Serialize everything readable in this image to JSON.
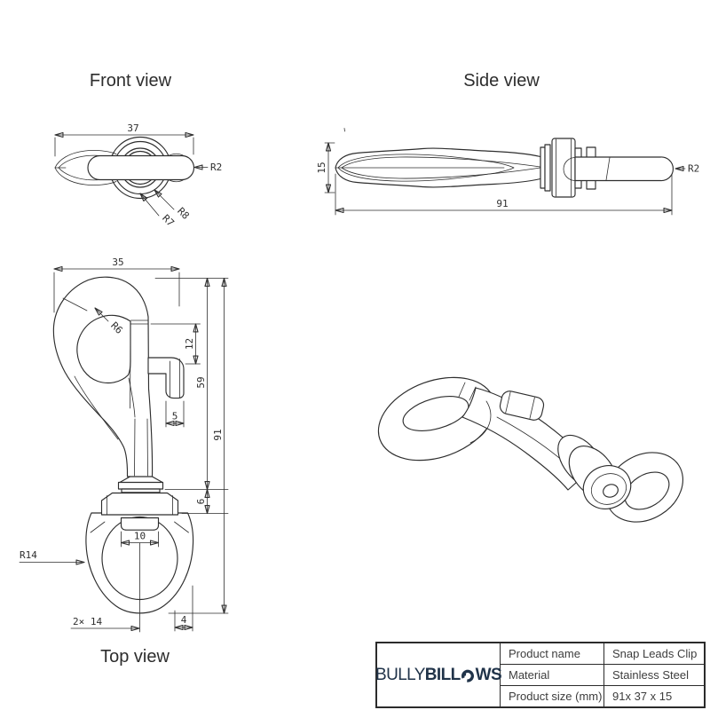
{
  "views": {
    "front": {
      "title": "Front view",
      "dims": {
        "width": "37",
        "tip_radius": "R2",
        "outer_radius": "R8",
        "inner_radius": "R7"
      }
    },
    "side": {
      "title": "Side view",
      "dims": {
        "height": "15",
        "length": "91",
        "tip_radius": "R2"
      }
    },
    "top": {
      "title": "Top view",
      "dims": {
        "width": "35",
        "hook_inner_radius": "R6",
        "gate_offset": "12",
        "body_length": "59",
        "gate_width": "5",
        "total_length": "91",
        "collar_height": "6",
        "tab_width": "10",
        "ring_radius": "R14",
        "ring_pair": "2× 14",
        "ring_offset": "4"
      }
    }
  },
  "title_block": {
    "brand": {
      "part1": "BULLY",
      "part2": "BILL",
      "part3": "WS"
    },
    "rows": [
      {
        "label": "Product name",
        "value": "Snap Leads Clip"
      },
      {
        "label": "Material",
        "value": "Stainless Steel"
      },
      {
        "label": "Product size (mm)",
        "value": "91x 37 x 15"
      }
    ]
  },
  "colors": {
    "line": "#2e2e2e",
    "text": "#2d2d2d",
    "logo": "#203349"
  }
}
